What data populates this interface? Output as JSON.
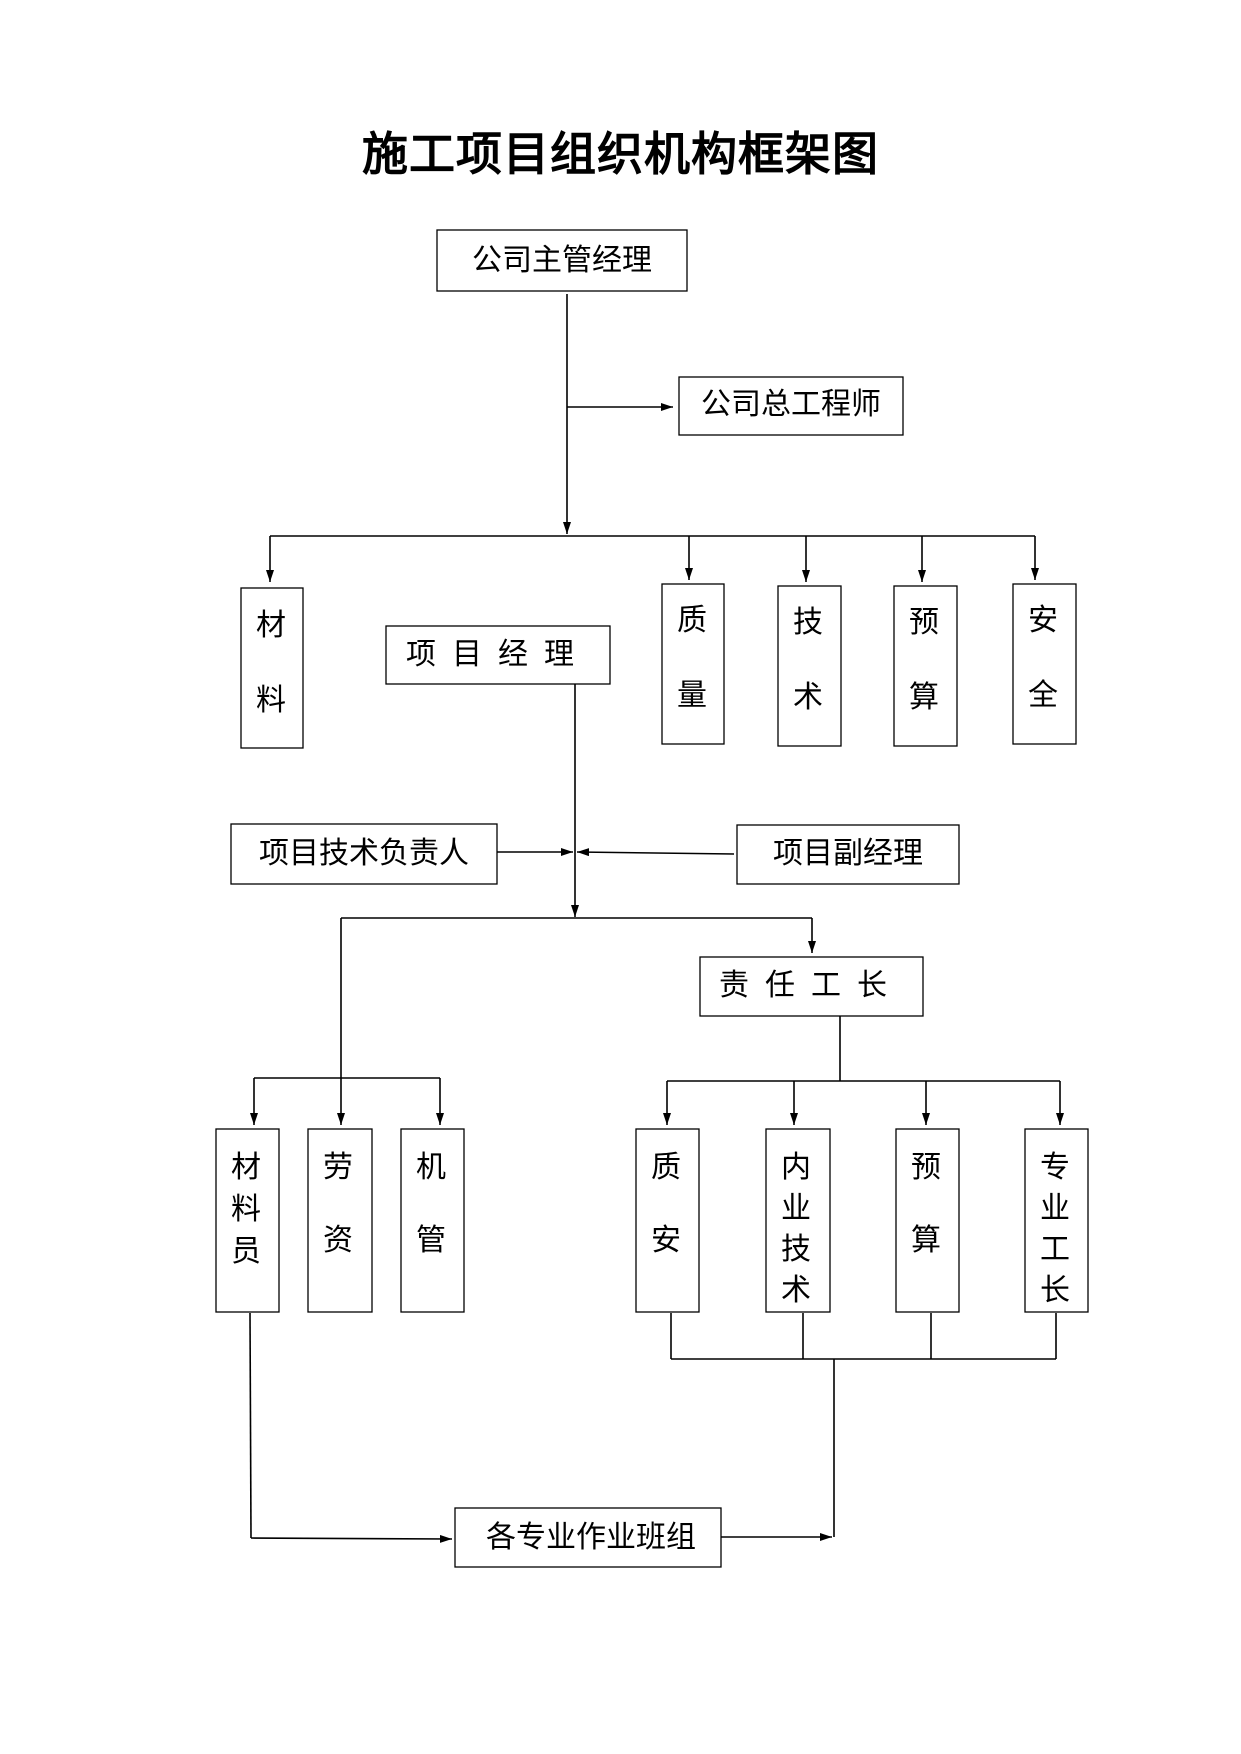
{
  "title": "施工项目组织机构框架图",
  "nodes": {
    "company_manager": "公司主管经理",
    "chief_engineer": "公司总工程师",
    "materials_dept": "材料",
    "quality_dept": "质量",
    "technical_dept": "技术",
    "budget_dept": "预算",
    "safety_dept": "安全",
    "project_manager": "项目经理",
    "project_tech_lead": "项目技术负责人",
    "deputy_manager": "项目副经理",
    "foreman": "责任工长",
    "materials_clerk": "材料员",
    "labor": "劳资",
    "machinery": "机管",
    "quality_safety": "质安",
    "internal_tech": "内业技术",
    "budget_staff": "预算",
    "specialty_foreman": "专业工长",
    "work_teams": "各专业作业班组"
  }
}
